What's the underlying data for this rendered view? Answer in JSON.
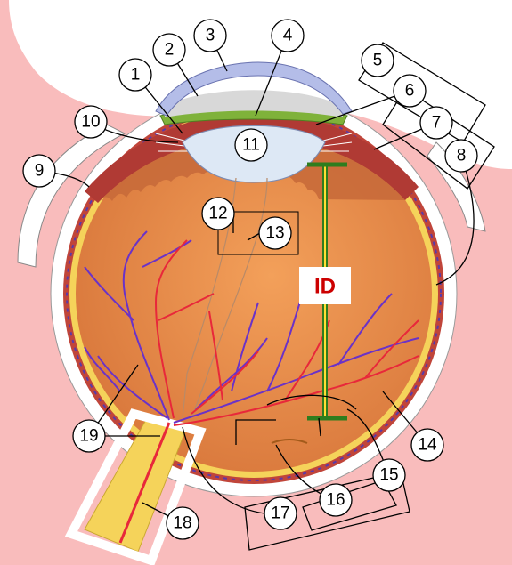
{
  "diagram": {
    "id_label": "ID",
    "callouts": [
      "1",
      "2",
      "3",
      "4",
      "5",
      "6",
      "7",
      "8",
      "9",
      "10",
      "11",
      "12",
      "13",
      "14",
      "15",
      "16",
      "17",
      "18",
      "19"
    ]
  },
  "colors": {
    "background": "#f9bcbc",
    "sclera": "#ffffff",
    "choroid": "#c0453a",
    "retina": "#f5d35a",
    "vitreous": "#e8924f",
    "lens": "#dde8f5",
    "cornea": "#b4bde8",
    "ciliary_green": "#7fb23a",
    "artery": "#e8283a",
    "vein": "#6a32c8",
    "id_bar": "#2e7d1e"
  }
}
